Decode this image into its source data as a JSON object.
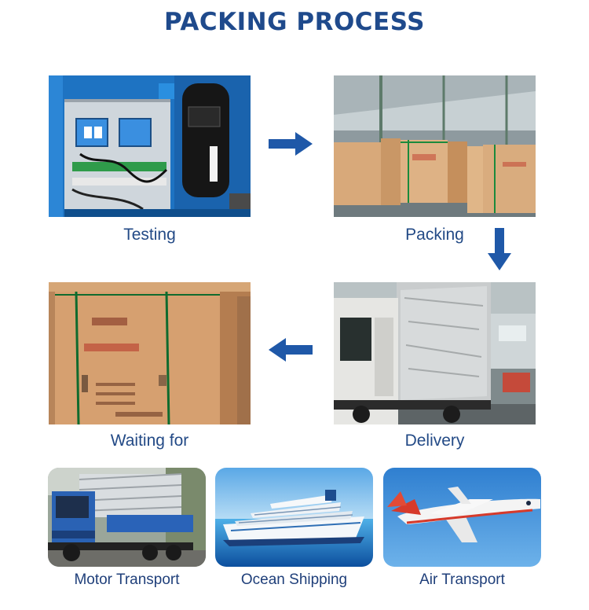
{
  "title": "PACKING PROCESS",
  "steps": [
    {
      "label": "Testing"
    },
    {
      "label": "Packing"
    },
    {
      "label": "Delivery"
    },
    {
      "label": "Waiting for"
    }
  ],
  "transport": [
    {
      "label": "Motor Transport"
    },
    {
      "label": "Ocean Shipping"
    },
    {
      "label": "Air Transport"
    }
  ],
  "colors": {
    "title": "#1f4a8c",
    "arrow": "#1f58a8",
    "label": "#234a86",
    "sky": "#3f8fd9",
    "sea": "#1c6fc4"
  },
  "icons": {
    "flow_right": "arrow-right-icon",
    "flow_down": "arrow-down-icon",
    "flow_left": "arrow-left-icon"
  }
}
